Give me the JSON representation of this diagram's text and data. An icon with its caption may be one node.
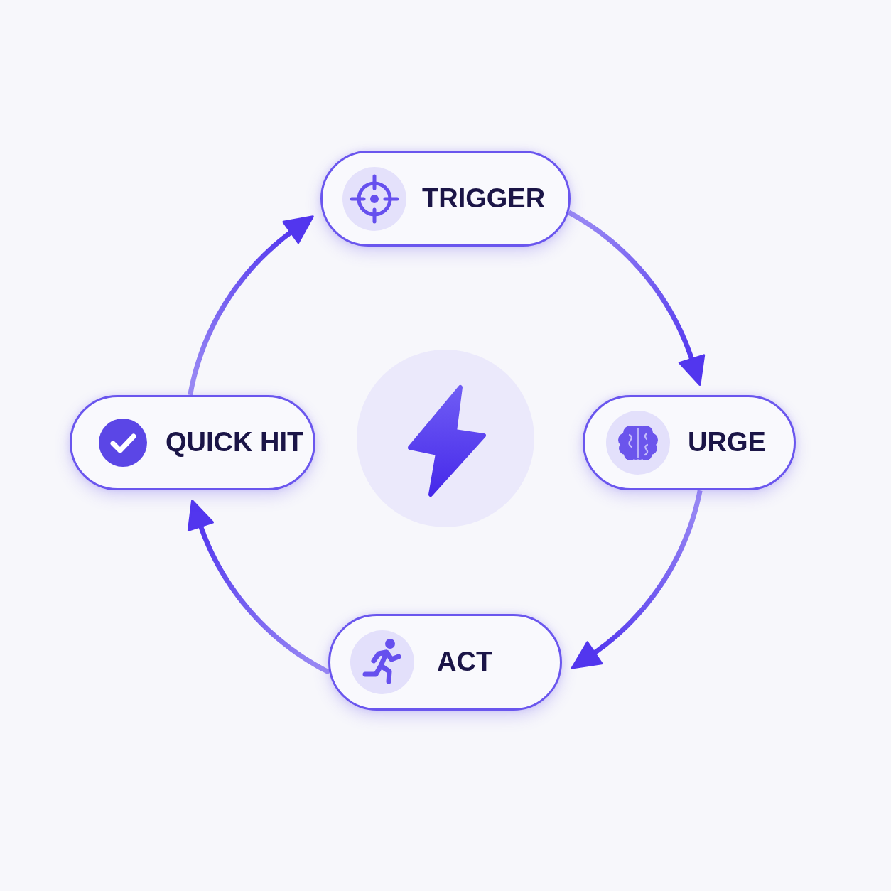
{
  "diagram": {
    "nodes": [
      {
        "text": [
          "TRIGGER"
        ]
      },
      {
        "text": [
          "URGE"
        ]
      },
      {
        "text": [
          "ACT"
        ]
      },
      {
        "text": [
          "QUICK HIT"
        ]
      }
    ],
    "edges": [
      {
        "from": 0,
        "to": 1,
        "arrow": "to"
      },
      {
        "from": 1,
        "to": 2,
        "arrow": "to"
      },
      {
        "from": 2,
        "to": 3,
        "arrow": "to"
      },
      {
        "from": 3,
        "to": 0,
        "arrow": "to"
      }
    ]
  }
}
